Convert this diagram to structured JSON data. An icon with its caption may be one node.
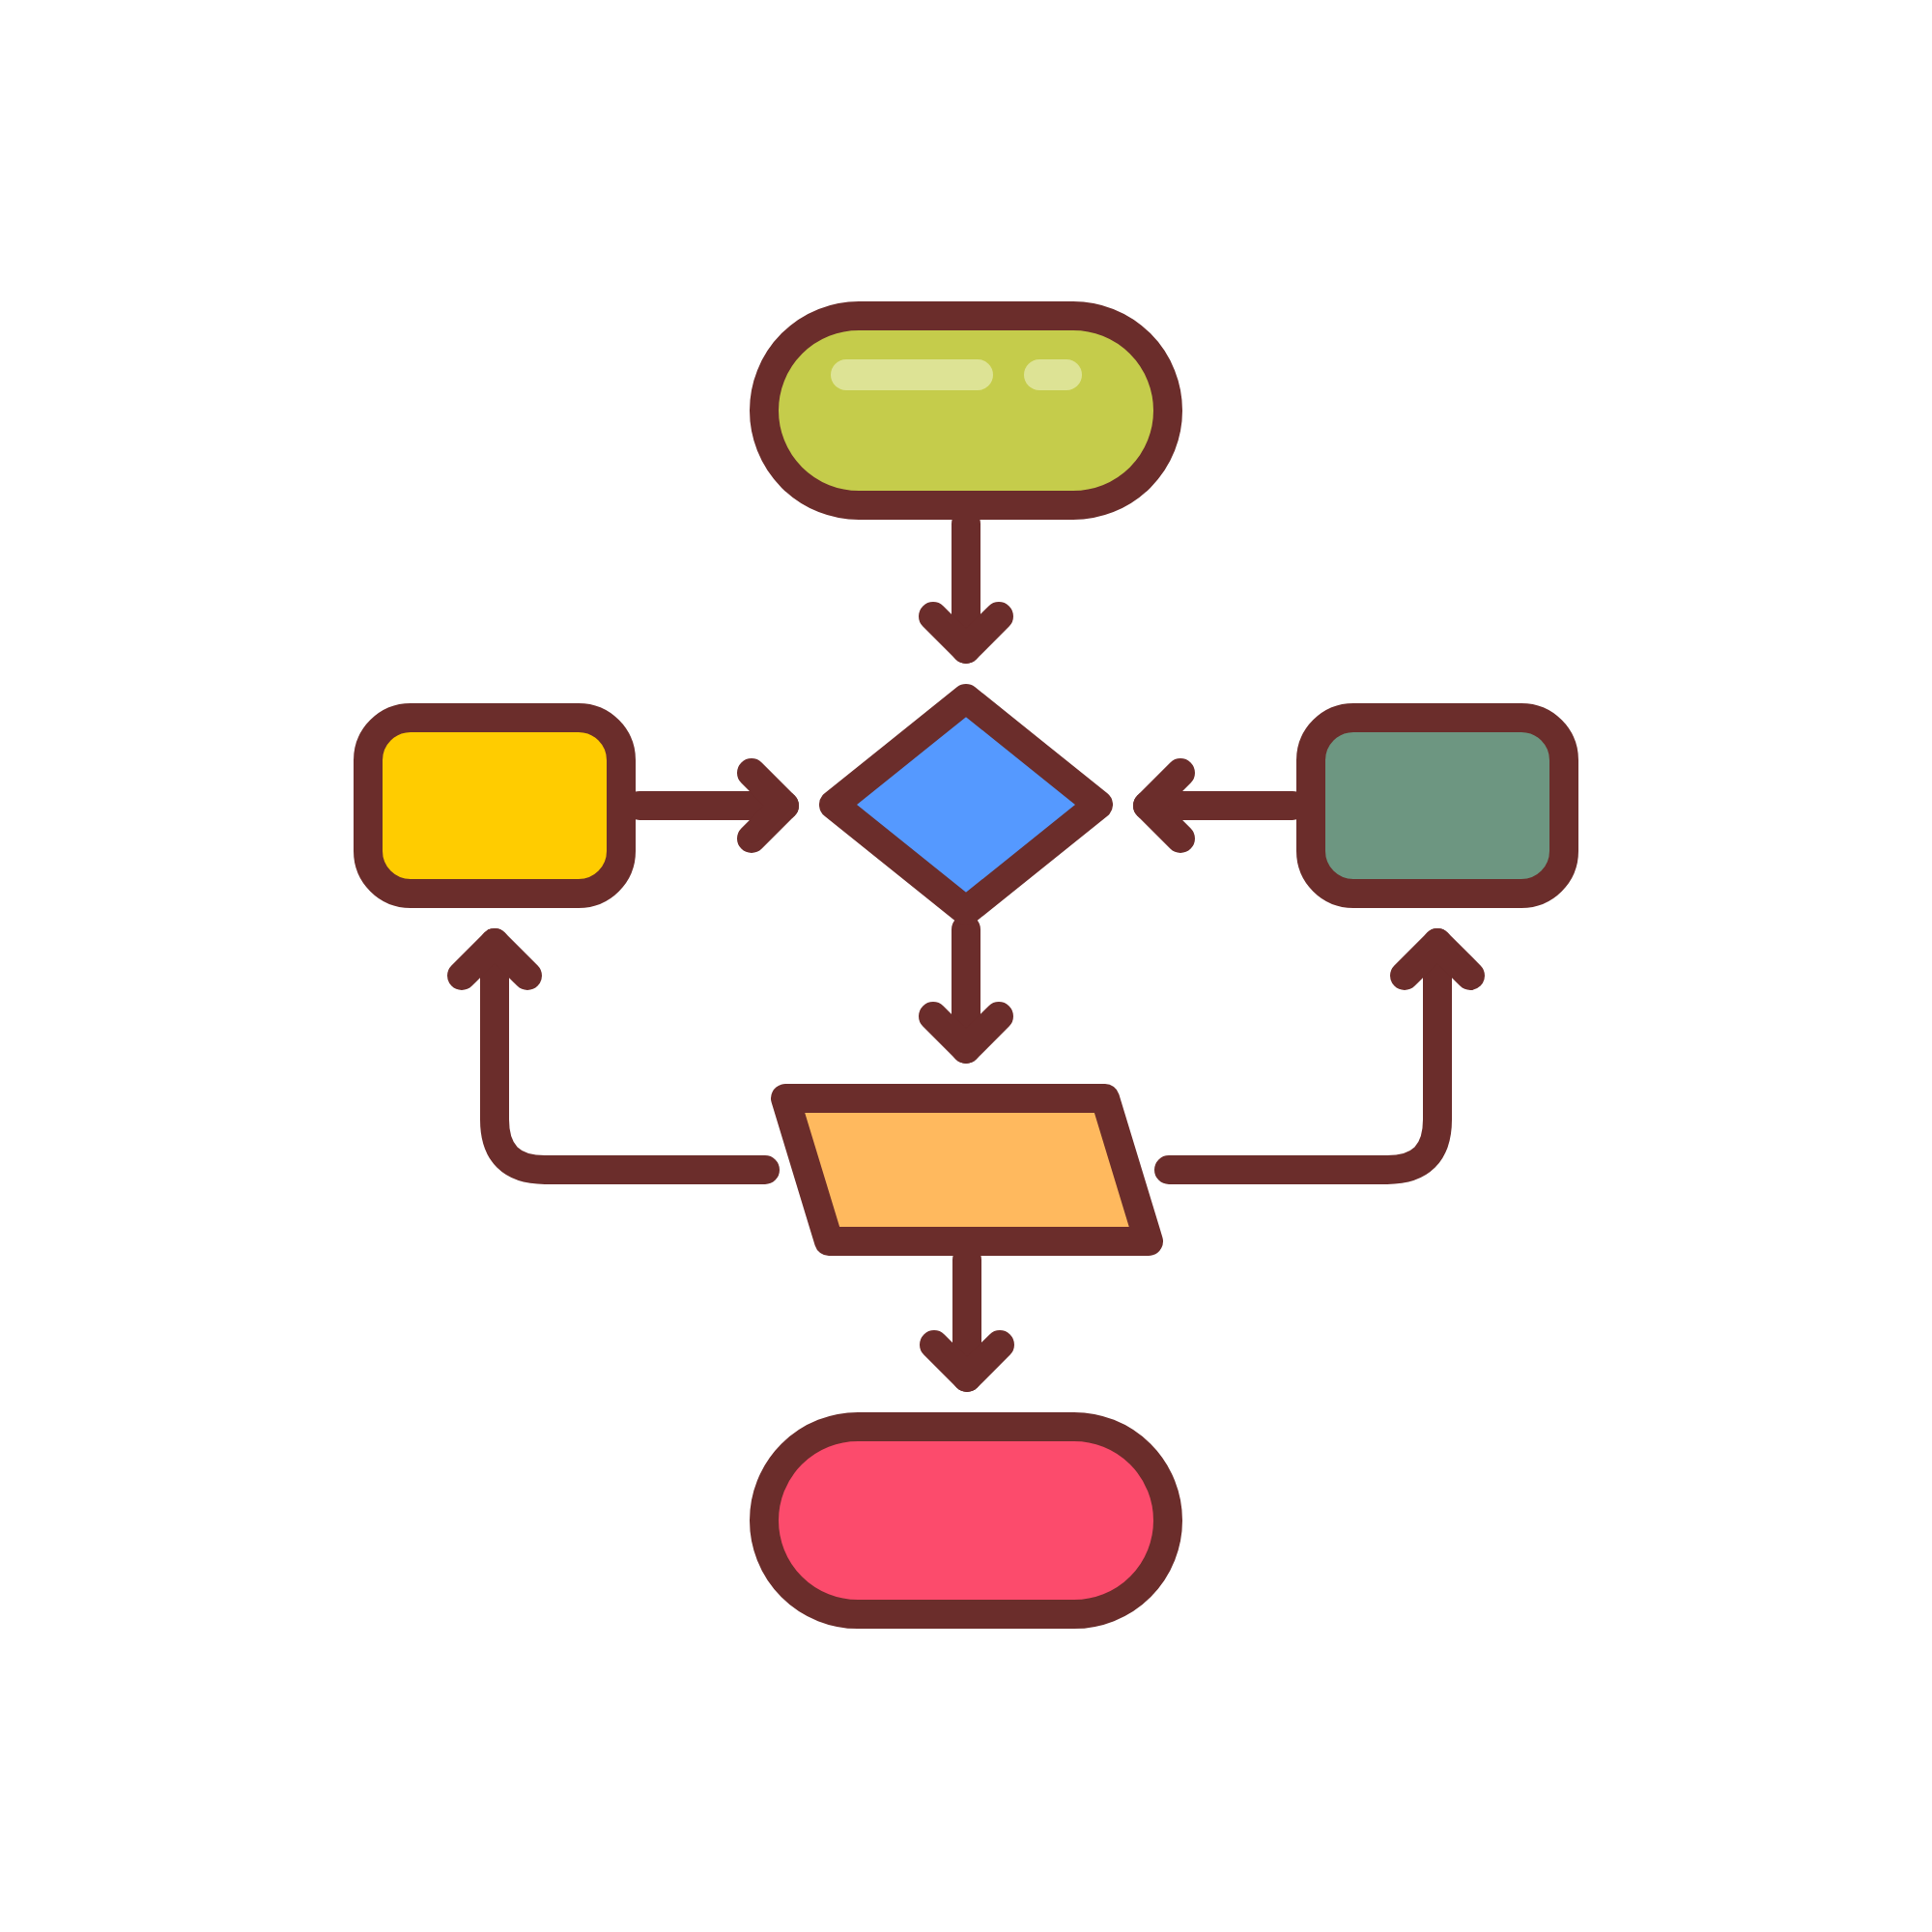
{
  "diagram": {
    "nodes": [
      {
        "text": [],
        "shape": "pill"
      },
      {
        "text": [],
        "shape": "box"
      },
      {
        "text": [],
        "shape": "diamond"
      },
      {
        "text": [],
        "shape": "box"
      },
      {
        "text": [],
        "shape": "parallelogram"
      },
      {
        "text": [],
        "shape": "pill"
      }
    ],
    "edges": [
      {
        "from": 0,
        "to": 2,
        "arrow": "to"
      },
      {
        "from": 1,
        "to": 2,
        "arrow": "to"
      },
      {
        "from": 3,
        "to": 2,
        "arrow": "to"
      },
      {
        "from": 2,
        "to": 4,
        "arrow": "to"
      },
      {
        "from": 4,
        "to": 1,
        "arrow": "to"
      },
      {
        "from": 4,
        "to": 3,
        "arrow": "to"
      },
      {
        "from": 4,
        "to": 5,
        "arrow": "to"
      }
    ]
  }
}
